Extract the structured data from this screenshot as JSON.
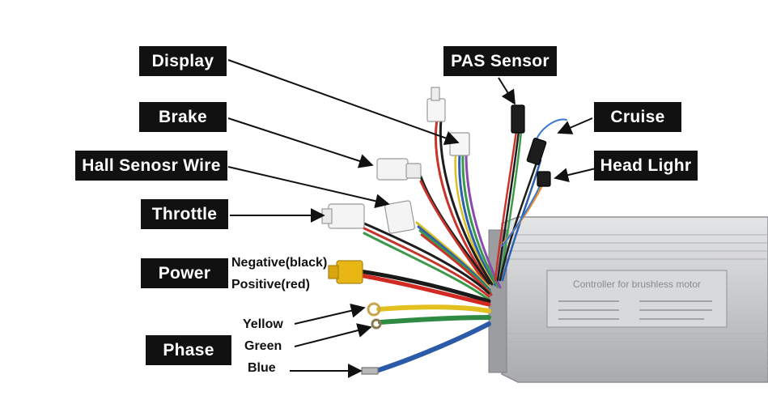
{
  "labels": {
    "display": "Display",
    "brake": "Brake",
    "hall": "Hall Senosr Wire",
    "throttle": "Throttle",
    "power": "Power",
    "phase": "Phase",
    "pas": "PAS Sensor",
    "cruise": "Cruise",
    "headlight": "Head Lighr"
  },
  "power_notes": {
    "negative": "Negative(black)",
    "positive": "Positive(red)"
  },
  "phase_colors": {
    "yellow": "Yellow",
    "green": "Green",
    "blue": "Blue"
  },
  "controller": {
    "plate_title": "Controller for brushless motor"
  },
  "colors": {
    "label_bg": "#111111",
    "label_text": "#ffffff",
    "housing": "#c9cacc"
  }
}
